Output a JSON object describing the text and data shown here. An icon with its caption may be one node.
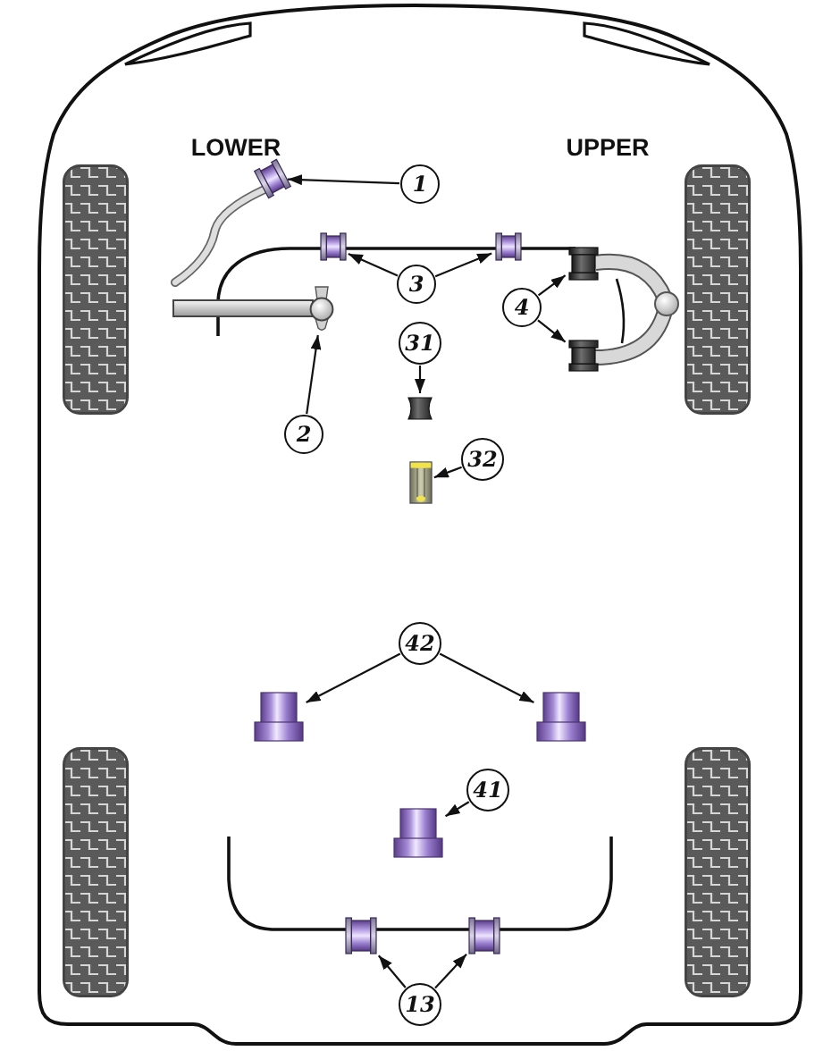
{
  "diagram": {
    "nodes": [
      {
        "text": [],
        "shape": "picture"
      },
      {
        "text": [
          "1"
        ]
      },
      {
        "text": [],
        "shape": "picture"
      },
      {
        "text": [],
        "shape": "picture"
      },
      {
        "text": [],
        "shape": "picture"
      },
      {
        "text": [
          "3"
        ]
      },
      {
        "text": [],
        "shape": "picture"
      },
      {
        "text": [
          "4"
        ]
      },
      {
        "text": [
          "31"
        ]
      },
      {
        "text": [],
        "shape": "picture"
      },
      {
        "text": [],
        "shape": "picture"
      },
      {
        "text": [
          "2"
        ]
      },
      {
        "text": [
          "32"
        ]
      },
      {
        "text": [],
        "shape": "picture"
      },
      {
        "text": [
          "42"
        ]
      },
      {
        "text": [],
        "shape": "picture"
      },
      {
        "text": [],
        "shape": "picture"
      },
      {
        "text": [
          "41"
        ]
      },
      {
        "text": [],
        "shape": "picture"
      },
      {
        "text": [],
        "shape": "picture"
      },
      {
        "text": [],
        "shape": "picture"
      },
      {
        "text": [
          "13"
        ]
      }
    ],
    "edges": [
      {
        "from": 1,
        "to": 0,
        "arrow": "to"
      },
      {
        "from": 5,
        "to": 2,
        "arrow": "to"
      },
      {
        "from": 5,
        "to": 3,
        "arrow": "to"
      },
      {
        "from": 7,
        "to": 4,
        "arrow": "to"
      },
      {
        "from": 7,
        "to": 9,
        "arrow": "to"
      },
      {
        "from": 11,
        "to": 6,
        "arrow": "to"
      },
      {
        "from": 8,
        "to": 10,
        "arrow": "to"
      },
      {
        "from": 12,
        "to": 13,
        "arrow": "to"
      },
      {
        "from": 14,
        "to": 15,
        "arrow": "to"
      },
      {
        "from": 14,
        "to": 16,
        "arrow": "to"
      },
      {
        "from": 17,
        "to": 18,
        "arrow": "to"
      },
      {
        "from": 21,
        "to": 19,
        "arrow": "to"
      },
      {
        "from": 21,
        "to": 20,
        "arrow": "to"
      }
    ],
    "labels": [
      "LOWER",
      "UPPER"
    ]
  }
}
